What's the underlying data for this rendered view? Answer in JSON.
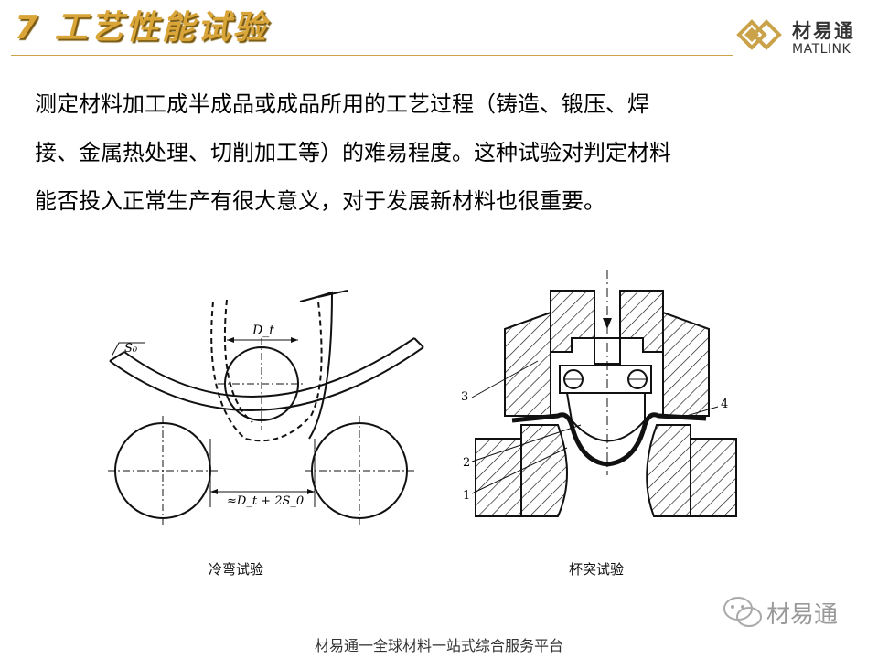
{
  "slide": {
    "title": "7 工艺性能试验"
  },
  "logo": {
    "name": "材易通",
    "english": "MATLINK"
  },
  "paragraph": {
    "line1": "测定材料加工成半成品或成品所用的工艺过程（铸造、锻压、焊",
    "line2": "接、金属热处理、切削加工等）的难易程度。这种试验对判定材料",
    "line3": "能否投入正常生产有很大意义，对于发展新材料也很重要。"
  },
  "figure_left": {
    "caption": "冷弯试验",
    "label_thickness": "S₀",
    "label_diameter": "D_t",
    "label_gap": "≈D_t + 2S_0"
  },
  "figure_right": {
    "caption": "杯突试验",
    "callouts": [
      "1",
      "2",
      "3",
      "4"
    ]
  },
  "watermark": {
    "name": "材易通"
  },
  "footer": {
    "text": "材易通一全球材料一站式综合服务平台"
  },
  "colors": {
    "title": "#d9a538",
    "logo_gold": "#c9a24a",
    "text": "#000000"
  }
}
